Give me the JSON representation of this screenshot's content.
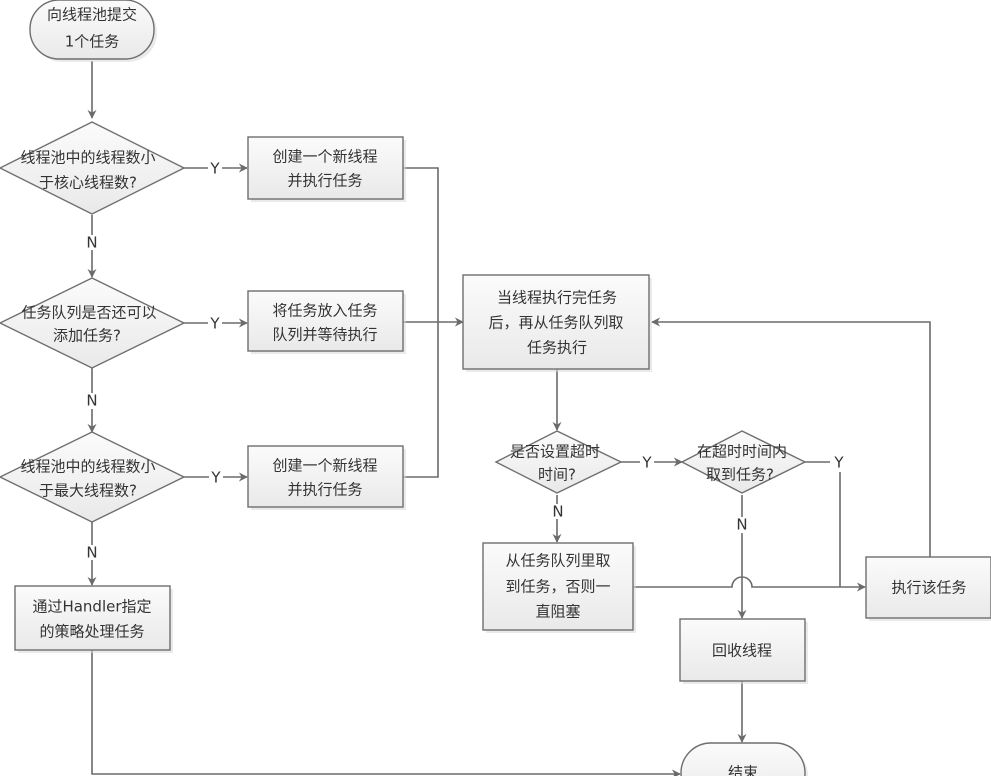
{
  "diagram": {
    "type": "flowchart",
    "colors": {
      "stroke": "#6b6b6b",
      "fill_top": "#fafafa",
      "fill_bottom": "#e8e8e8",
      "text": "#333333"
    },
    "nodes": {
      "start": {
        "shape": "terminator",
        "lines": [
          "向线程池提交",
          "1个任务"
        ]
      },
      "d_core": {
        "shape": "decision",
        "lines": [
          "线程池中的线程数小",
          "于核心线程数?"
        ]
      },
      "p_create_core": {
        "shape": "process",
        "lines": [
          "创建一个新线程",
          "并执行任务"
        ]
      },
      "d_queue": {
        "shape": "decision",
        "lines": [
          "任务队列是否还可以",
          "添加任务?"
        ]
      },
      "p_enqueue": {
        "shape": "process",
        "lines": [
          "将任务放入任务",
          "队列并等待执行"
        ]
      },
      "d_max": {
        "shape": "decision",
        "lines": [
          "线程池中的线程数小",
          "于最大线程数?"
        ]
      },
      "p_create_max": {
        "shape": "process",
        "lines": [
          "创建一个新线程",
          "并执行任务"
        ]
      },
      "p_handler": {
        "shape": "process",
        "lines": [
          "通过Handler指定",
          "的策略处理任务"
        ]
      },
      "p_fetch": {
        "shape": "process",
        "lines": [
          "当线程执行完任务",
          "后，再从任务队列取",
          "任务执行"
        ]
      },
      "d_timeout": {
        "shape": "decision",
        "lines": [
          "是否设置超时",
          "时间?"
        ]
      },
      "d_got_task": {
        "shape": "decision",
        "lines": [
          "在超时时间内",
          "取到任务?"
        ]
      },
      "p_block": {
        "shape": "process",
        "lines": [
          "从任务队列里取",
          "到任务，否则一",
          "直阻塞"
        ]
      },
      "p_recycle": {
        "shape": "process",
        "lines": [
          "回收线程"
        ]
      },
      "p_execute": {
        "shape": "process",
        "lines": [
          "执行该任务"
        ]
      },
      "end": {
        "shape": "terminator",
        "lines": [
          "结束"
        ]
      }
    },
    "edges": [
      {
        "from": "start",
        "to": "d_core",
        "label": ""
      },
      {
        "from": "d_core",
        "to": "p_create_core",
        "label": "Y"
      },
      {
        "from": "d_core",
        "to": "d_queue",
        "label": "N"
      },
      {
        "from": "p_create_core",
        "to": "p_fetch",
        "label": ""
      },
      {
        "from": "d_queue",
        "to": "p_enqueue",
        "label": "Y"
      },
      {
        "from": "d_queue",
        "to": "d_max",
        "label": "N"
      },
      {
        "from": "p_enqueue",
        "to": "p_fetch",
        "label": ""
      },
      {
        "from": "d_max",
        "to": "p_create_max",
        "label": "Y"
      },
      {
        "from": "d_max",
        "to": "p_handler",
        "label": "N"
      },
      {
        "from": "p_create_max",
        "to": "p_fetch",
        "label": ""
      },
      {
        "from": "p_handler",
        "to": "end",
        "label": ""
      },
      {
        "from": "p_fetch",
        "to": "d_timeout",
        "label": ""
      },
      {
        "from": "d_timeout",
        "to": "d_got_task",
        "label": "Y"
      },
      {
        "from": "d_timeout",
        "to": "p_block",
        "label": "N"
      },
      {
        "from": "d_got_task",
        "to": "p_execute",
        "label": "Y"
      },
      {
        "from": "d_got_task",
        "to": "p_recycle",
        "label": "N"
      },
      {
        "from": "p_block",
        "to": "p_execute",
        "label": ""
      },
      {
        "from": "p_execute",
        "to": "p_fetch",
        "label": ""
      },
      {
        "from": "p_recycle",
        "to": "end",
        "label": ""
      }
    ],
    "labels": {
      "yes": "Y",
      "no": "N"
    }
  }
}
